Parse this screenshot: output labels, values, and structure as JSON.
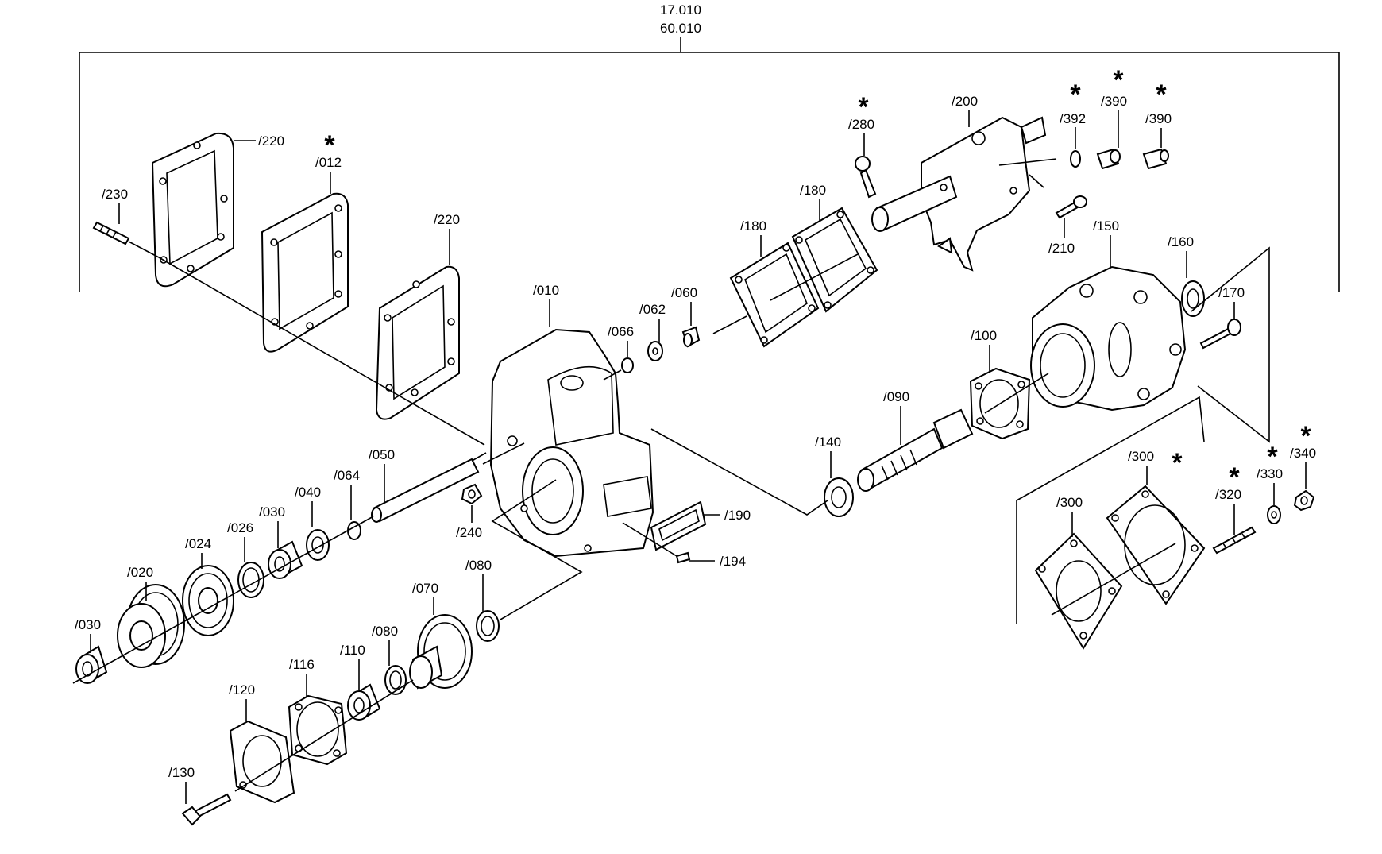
{
  "header": {
    "line1": "17.010",
    "line2": "60.010"
  },
  "star_glyph": "*",
  "callouts": {
    "p220a": "/220",
    "p230": "/230",
    "p012": "/012",
    "p220b": "/220",
    "p010": "/010",
    "p066": "/066",
    "p062": "/062",
    "p060": "/060",
    "p180a": "/180",
    "p180b": "/180",
    "p280": "/280",
    "p200": "/200",
    "p392": "/392",
    "p390a": "/390",
    "p390b": "/390",
    "p210": "/210",
    "p150": "/150",
    "p160": "/160",
    "p170": "/170",
    "p100": "/100",
    "p090": "/090",
    "p140": "/140",
    "p050": "/050",
    "p064": "/064",
    "p040": "/040",
    "p030a": "/030",
    "p026": "/026",
    "p024": "/024",
    "p020": "/020",
    "p030b": "/030",
    "p240": "/240",
    "p190": "/190",
    "p194": "/194",
    "p080a": "/080",
    "p070": "/070",
    "p080b": "/080",
    "p110": "/110",
    "p116": "/116",
    "p120": "/120",
    "p130": "/130",
    "p300a": "/300",
    "p300b": "/300",
    "p320": "/320",
    "p330": "/330",
    "p340": "/340"
  }
}
